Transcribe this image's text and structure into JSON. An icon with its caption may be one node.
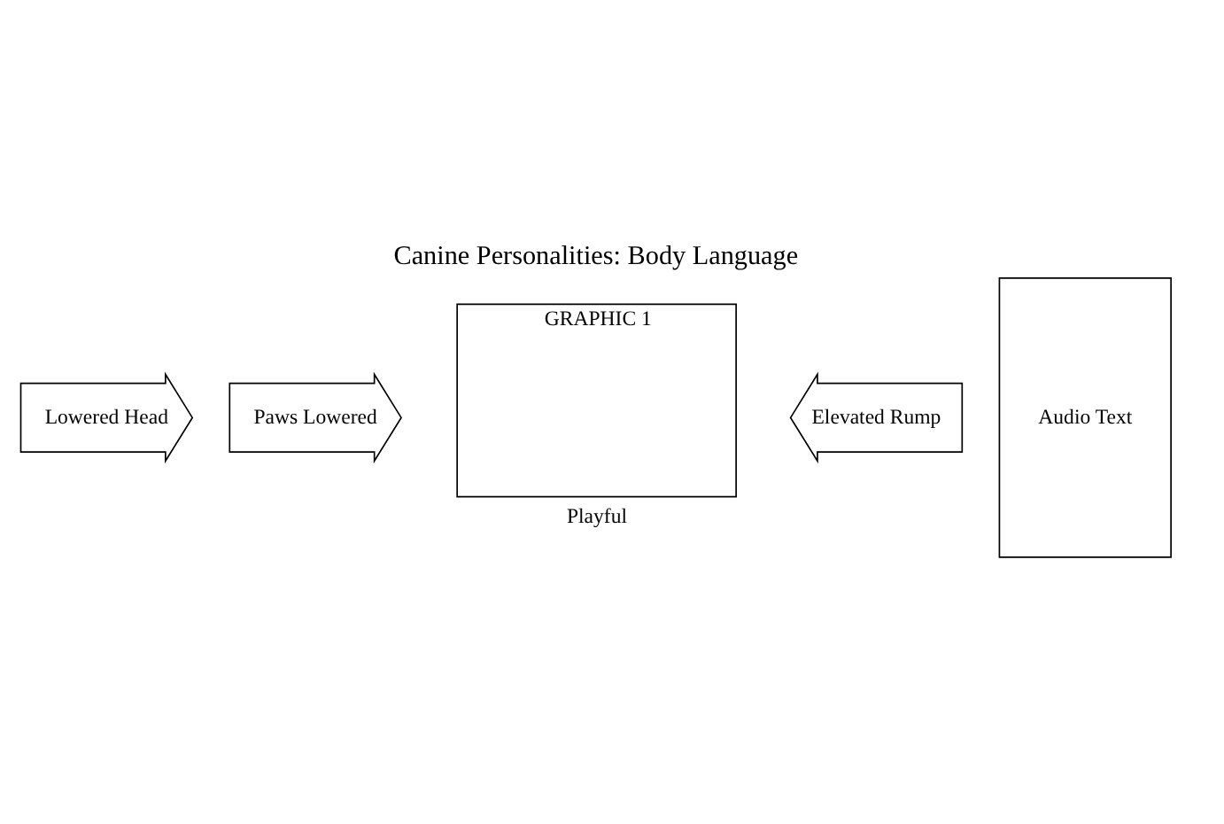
{
  "diagram": {
    "title": "Canine Personalities: Body Language",
    "nodes": [
      {
        "text": [
          "GRAPHIC 1"
        ],
        "beside": [
          "Playful"
        ]
      },
      {
        "text": [
          "Lowered Head"
        ]
      },
      {
        "text": [
          "Paws Lowered"
        ]
      },
      {
        "text": [
          "Elevated Rump"
        ]
      },
      {
        "text": [
          "Audio Text"
        ]
      }
    ]
  }
}
